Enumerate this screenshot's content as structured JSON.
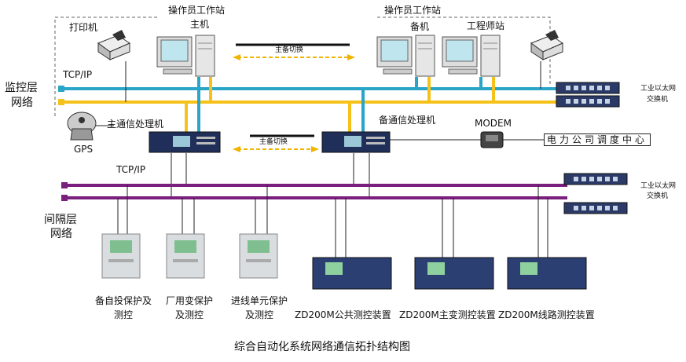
{
  "labels": {
    "operator_ws_left": "操作员工作站",
    "operator_ws_right": "操作员工作站",
    "master": "主机",
    "backup": "备机",
    "engineer": "工程师站",
    "printer": "打印机",
    "switchover_top": "主备切换",
    "switchover_mid": "主备切换",
    "tcpip_top": "TCP/IP",
    "tcpip_mid": "TCP/IP",
    "monitor_layer_1": "监控层",
    "monitor_layer_2": "网络",
    "bay_layer_1": "间隔层",
    "bay_layer_2": "网络",
    "gps": "GPS",
    "main_comm": "主通信处理机",
    "backup_comm": "备通信处理机",
    "modem": "MODEM",
    "dispatch": "电力公司调度中心",
    "eth_switch_top_1": "工业以太网",
    "eth_switch_top_2": "交换机",
    "eth_switch_bot_1": "工业以太网",
    "eth_switch_bot_2": "交换机",
    "dev1_1": "备自投保护及",
    "dev1_2": "测控",
    "dev2_1": "厂用变保护",
    "dev2_2": "及测控",
    "dev3_1": "进线单元保护",
    "dev3_2": "及测控",
    "dev4": "ZD200M公共测控装置",
    "dev5": "ZD200M主变测控装置",
    "dev6": "ZD200M线路测控装置",
    "caption": "综合自动化系统网络通信拓扑结构图"
  },
  "colors": {
    "bus_blue": "#2aa5c8",
    "bus_yellow": "#f4c21a",
    "bus_purple": "#7b1f7e",
    "switchover_yellow": "#f0b400"
  }
}
